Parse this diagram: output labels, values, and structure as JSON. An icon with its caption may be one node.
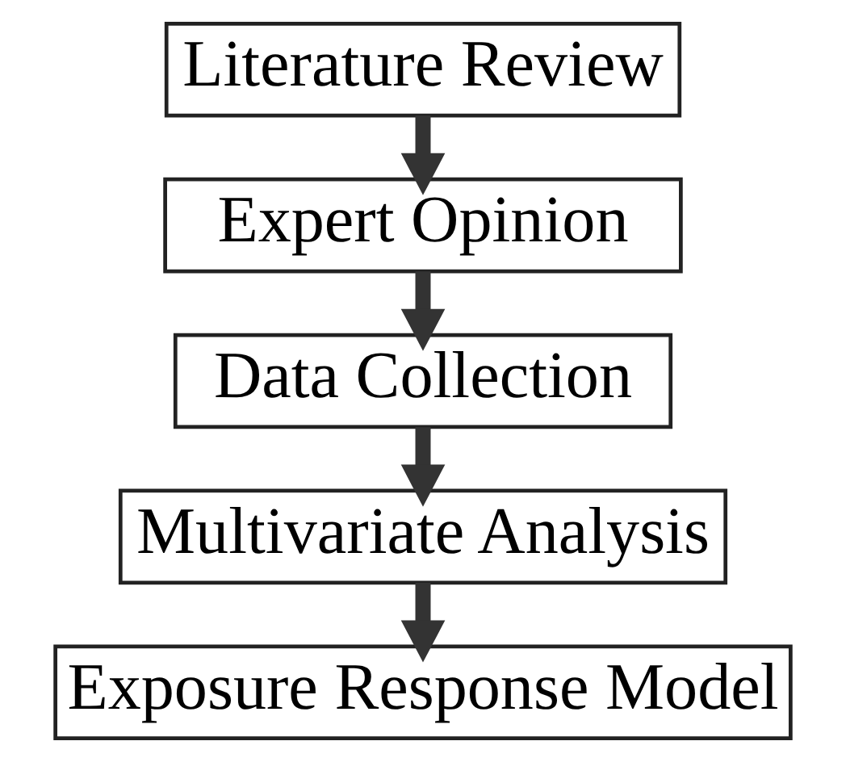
{
  "diagram": {
    "nodes": [
      {
        "text": [
          "Literature Review"
        ]
      },
      {
        "text": [
          "Expert Opinion"
        ]
      },
      {
        "text": [
          "Data Collection"
        ]
      },
      {
        "text": [
          "Multivariate Analysis"
        ]
      },
      {
        "text": [
          "Exposure Response Model"
        ]
      }
    ],
    "edges": [
      {
        "from": 0,
        "to": 1,
        "arrow": "to"
      },
      {
        "from": 1,
        "to": 2,
        "arrow": "to"
      },
      {
        "from": 2,
        "to": 3,
        "arrow": "to"
      },
      {
        "from": 3,
        "to": 4,
        "arrow": "to"
      }
    ]
  }
}
